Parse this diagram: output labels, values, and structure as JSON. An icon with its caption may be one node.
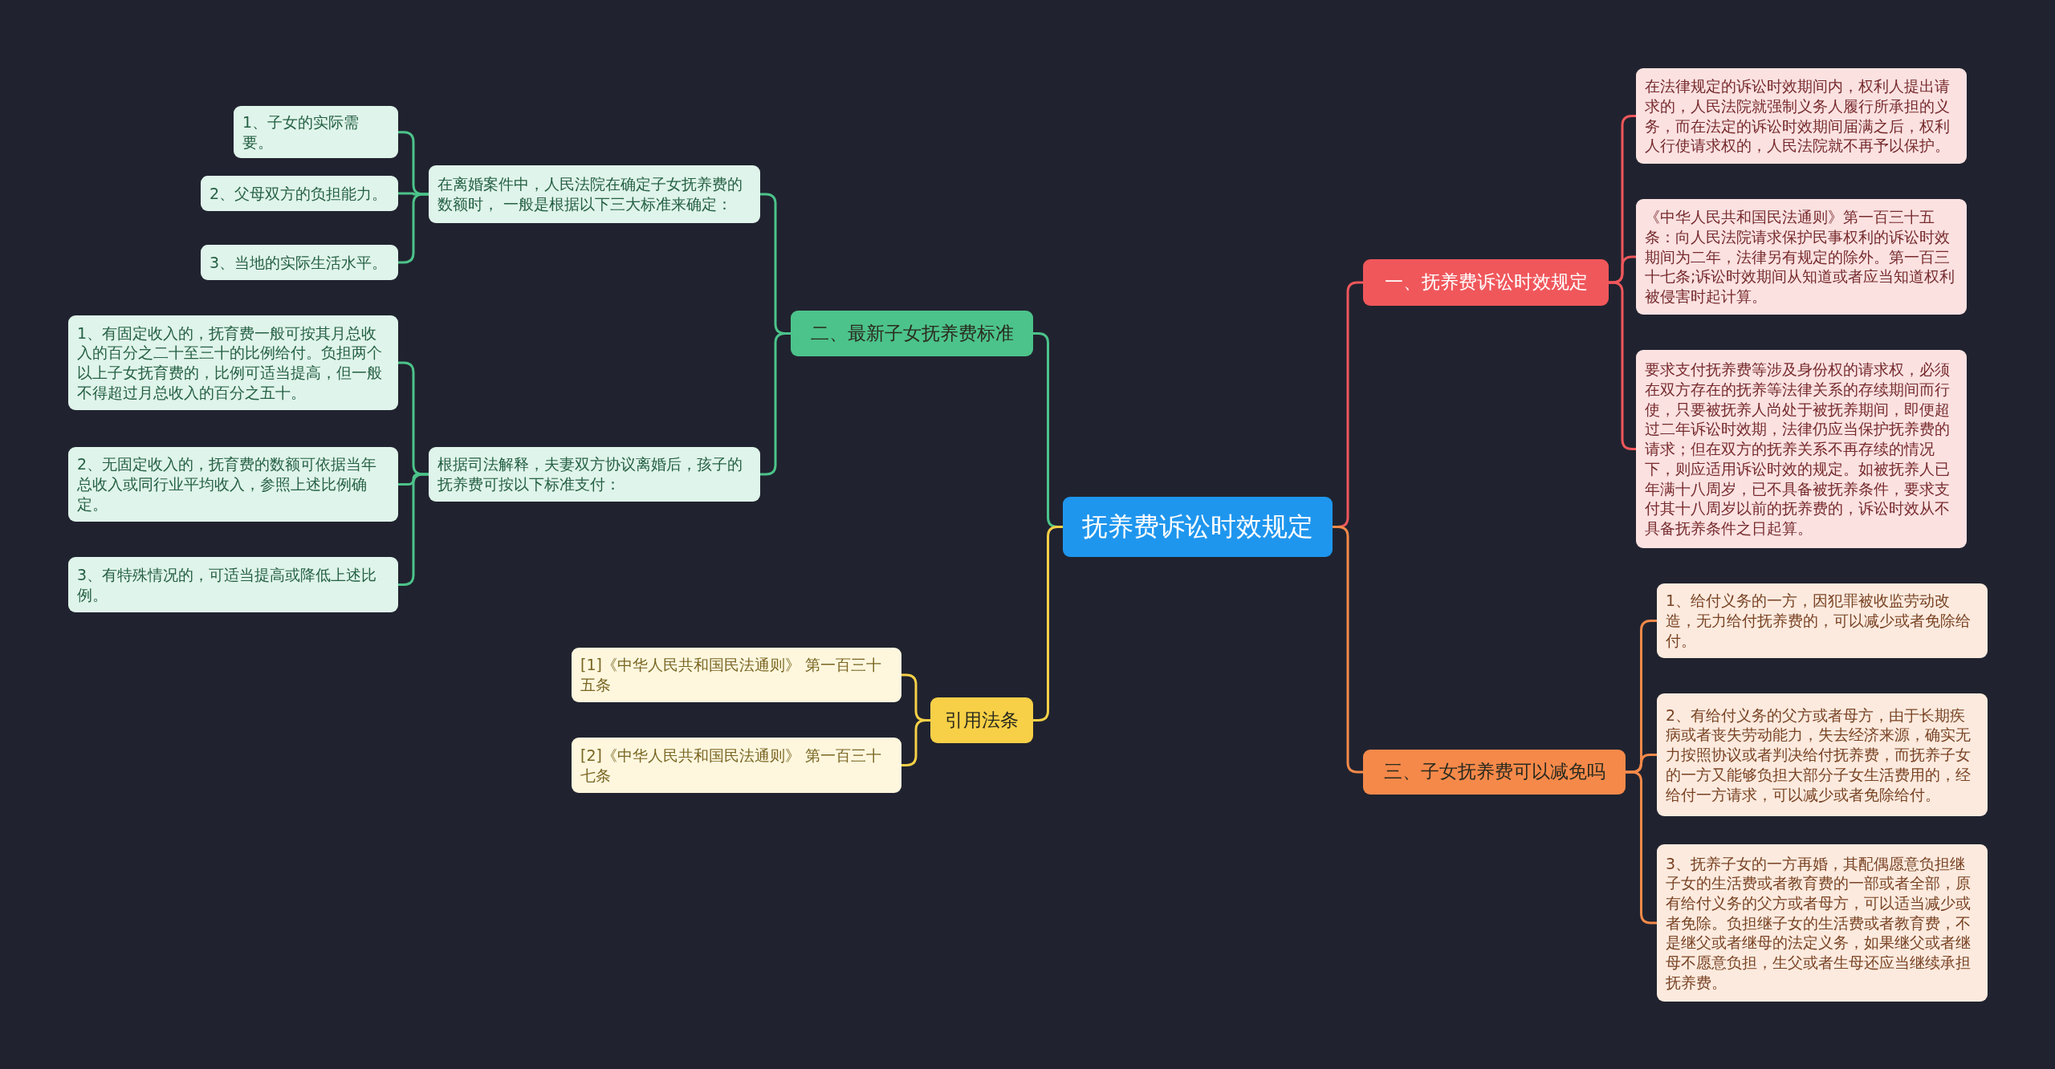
{
  "diagram": {
    "nodes": [
      {
        "text": [
          "抚养费诉讼时效规定"
        ]
      },
      {
        "text": [
          "一、抚养费诉讼时效规定"
        ]
      },
      {
        "text": [
          "在法律规定的诉讼时效期间内，权利人提出请求的，人民法院就强制义务人履行所承担的义务，而在法定的诉讼时效期间届满之后，权利人行使请求权的，人民法院就不再予以保护。"
        ]
      },
      {
        "text": [
          "《中华人民共和国民法通则》第一百三十五条：向人民法院请求保护民事权利的诉讼时效期间为二年，法律另有规定的除外。第一百三十七条;诉讼时效期间从知道或者应当知道权利被侵害时起计算。"
        ]
      },
      {
        "text": [
          "要求支付抚养费等涉及身份权的请求权，必须在双方存在的抚养等法律关系的存续期间而行使，只要被抚养人尚处于被抚养期间，即便超过二年诉讼时效期，法律仍应当保护抚养费的请求；但在双方的抚养关系不再存续的情况下，则应适用诉讼时效的规定。如被抚养人已年满十八周岁，已不具备被抚养条件，要求支付其十八周岁以前的抚养费的，诉讼时效从不具备抚养条件之日起算。"
        ]
      },
      {
        "text": [
          "二、最新子女抚养费标准"
        ]
      },
      {
        "text": [
          "在离婚案件中，人民法院在确定子女抚养费的数额时， 一般是根据以下三大标准来确定："
        ]
      },
      {
        "text": [
          "1、子女的实际需要。"
        ]
      },
      {
        "text": [
          "2、父母双方的负担能力。"
        ]
      },
      {
        "text": [
          "3、当地的实际生活水平。"
        ]
      },
      {
        "text": [
          "根据司法解释，夫妻双方协议离婚后，孩子的抚养费可按以下标准支付："
        ]
      },
      {
        "text": [
          "1、有固定收入的，抚育费一般可按其月总收入的百分之二十至三十的比例给付。负担两个以上子女抚育费的，比例可适当提高，但一般不得超过月总收入的百分之五十。"
        ]
      },
      {
        "text": [
          "2、无固定收入的，抚育费的数额可依据当年总收入或同行业平均收入，参照上述比例确定。"
        ]
      },
      {
        "text": [
          "3、有特殊情况的，可适当提高或降低上述比例。"
        ]
      },
      {
        "text": [
          "引用法条"
        ]
      },
      {
        "text": [
          "[1]《中华人民共和国民法通则》 第一百三十五条"
        ]
      },
      {
        "text": [
          "[2]《中华人民共和国民法通则》 第一百三十七条"
        ]
      },
      {
        "text": [
          "三、子女抚养费可以减免吗"
        ]
      },
      {
        "text": [
          "1、给付义务的一方，因犯罪被收监劳动改造，无力给付抚养费的，可以减少或者免除给付。"
        ]
      },
      {
        "text": [
          "2、有给付义务的父方或者母方，由于长期疾病或者丧失劳动能力，失去经济来源，确实无力按照协议或者判决给付抚养费，而抚养子女的一方又能够负担大部分子女生活费用的，经给付一方请求，可以减少或者免除给付。"
        ]
      },
      {
        "text": [
          "3、抚养子女的一方再婚，其配偶愿意负担继子女的生活费或者教育费的一部或者全部，原有给付义务的父方或者母方，可以适当减少或者免除。负担继子女的生活费或者教育费，不是继父或者继母的法定义务，如果继父或者继母不愿意负担，生父或者生母还应当继续承担抚养费。"
        ]
      }
    ],
    "edges": [
      {
        "from": 0,
        "to": 1,
        "arrow": "none",
        "color": "#f0575b"
      },
      {
        "from": 1,
        "to": 2,
        "arrow": "none",
        "color": "#f0575b"
      },
      {
        "from": 1,
        "to": 3,
        "arrow": "none",
        "color": "#f0575b"
      },
      {
        "from": 1,
        "to": 4,
        "arrow": "none",
        "color": "#f0575b"
      },
      {
        "from": 0,
        "to": 5,
        "arrow": "none"
      },
      {
        "from": 5,
        "to": 6,
        "arrow": "none"
      },
      {
        "from": 6,
        "to": 7,
        "arrow": "none"
      },
      {
        "from": 6,
        "to": 8,
        "arrow": "none"
      },
      {
        "from": 6,
        "to": 9,
        "arrow": "none"
      },
      {
        "from": 5,
        "to": 10,
        "arrow": "none"
      },
      {
        "from": 10,
        "to": 11,
        "arrow": "none"
      },
      {
        "from": 10,
        "to": 12,
        "arrow": "none"
      },
      {
        "from": 10,
        "to": 13,
        "arrow": "none"
      },
      {
        "from": 0,
        "to": 14,
        "arrow": "none",
        "color": "#f7d047"
      },
      {
        "from": 14,
        "to": 15,
        "arrow": "none",
        "color": "#f7d047"
      },
      {
        "from": 14,
        "to": 16,
        "arrow": "none",
        "color": "#f7d047"
      },
      {
        "from": 0,
        "to": 17,
        "arrow": "none",
        "color": "#f5894a"
      },
      {
        "from": 17,
        "to": 18,
        "arrow": "none",
        "color": "#f5894a"
      },
      {
        "from": 17,
        "to": 19,
        "arrow": "none",
        "color": "#f5894a"
      },
      {
        "from": 17,
        "to": 20,
        "arrow": "none",
        "color": "#f5894a"
      }
    ]
  }
}
